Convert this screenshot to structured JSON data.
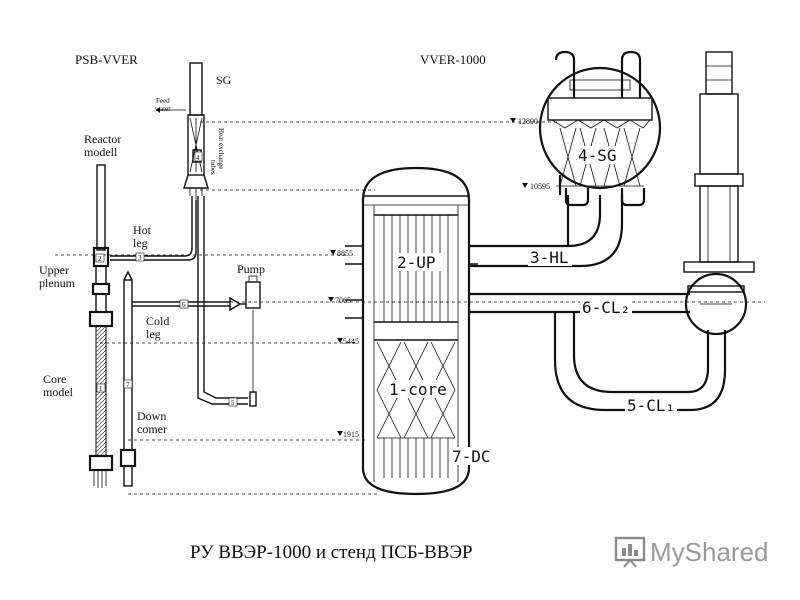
{
  "header": {
    "left_title": "PSB-VVER",
    "right_title": "VVER-1000"
  },
  "psb": {
    "sg": "SG",
    "feed_water": [
      "Feed",
      "water"
    ],
    "heat_exchange_tubes": [
      "Heat exchange",
      "tubes"
    ],
    "reactor_model": [
      "Reactor",
      "modell"
    ],
    "hot_leg": [
      "Hot",
      "leg"
    ],
    "upper_plenum": [
      "Upper",
      "plenum"
    ],
    "pump": "Pump",
    "cold_leg": [
      "Cold",
      "leg"
    ],
    "core_model": [
      "Core",
      "model"
    ],
    "downcomer": [
      "Down",
      "comer"
    ],
    "nodes": [
      "1",
      "2",
      "3",
      "4",
      "5",
      "6",
      "7"
    ]
  },
  "elevations": [
    "12890",
    "10595",
    "8855",
    "7065",
    "5445",
    "1915"
  ],
  "vver": {
    "sg": "4-SG",
    "up": "2-UP",
    "hl": "3-HL",
    "cl2": "6-CL₂",
    "core": "1-core",
    "cl1": "5-CL₁",
    "dc": "7-DC"
  },
  "caption": "РУ ВВЭР-1000 и стенд ПСБ-ВВЭР",
  "watermark": {
    "text": "MyShared",
    "icon": "presentation-board-icon"
  }
}
